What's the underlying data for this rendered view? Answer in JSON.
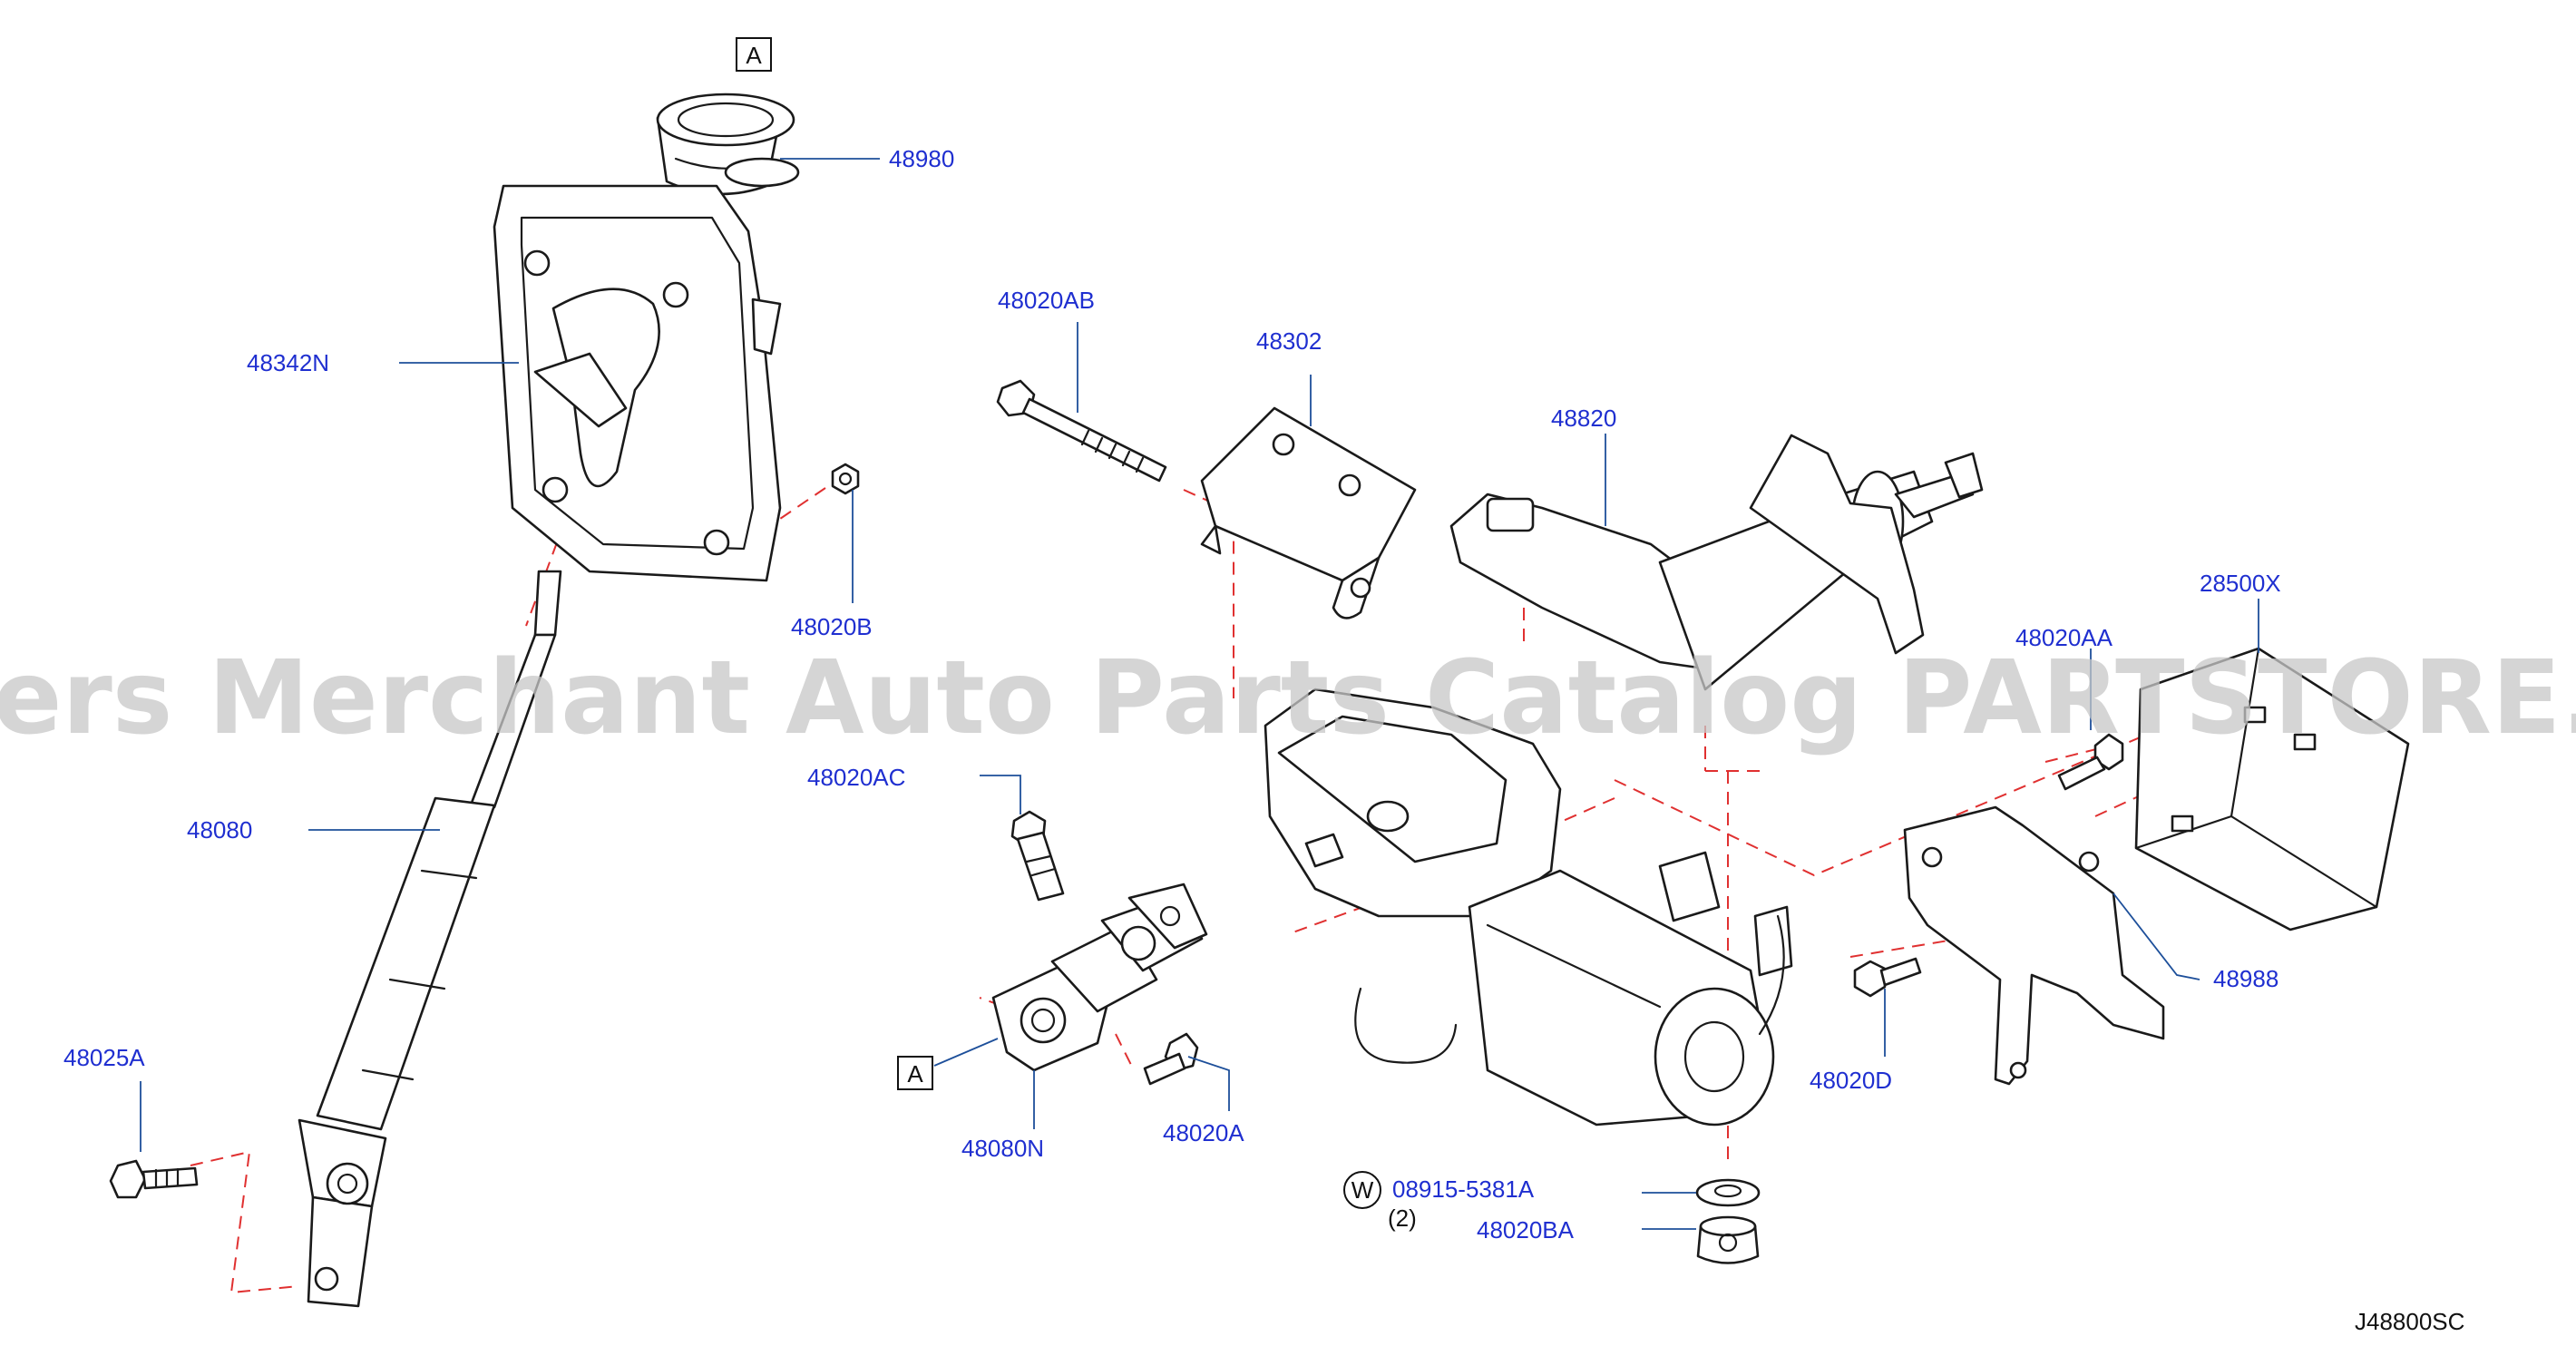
{
  "parts": [
    {
      "id": "p48980",
      "label": "48980"
    },
    {
      "id": "p48342N",
      "label": "48342N"
    },
    {
      "id": "p48020B",
      "label": "48020B"
    },
    {
      "id": "p48080",
      "label": "48080"
    },
    {
      "id": "p48025A",
      "label": "48025A"
    },
    {
      "id": "p48020AB",
      "label": "48020AB"
    },
    {
      "id": "p48302",
      "label": "48302"
    },
    {
      "id": "p48820",
      "label": "48820"
    },
    {
      "id": "p28500X",
      "label": "28500X"
    },
    {
      "id": "p48020AA",
      "label": "48020AA"
    },
    {
      "id": "p48020AC",
      "label": "48020AC"
    },
    {
      "id": "p48988",
      "label": "48988"
    },
    {
      "id": "p48020D",
      "label": "48020D"
    },
    {
      "id": "p48080N",
      "label": "48080N"
    },
    {
      "id": "p48020A",
      "label": "48020A"
    },
    {
      "id": "p08915",
      "label": "08915-5381A"
    },
    {
      "id": "p48020BA",
      "label": "48020BA"
    }
  ],
  "washer": {
    "symbol": "W",
    "quantity": "(2)"
  },
  "ref_marks": {
    "top": "A",
    "bottom": "A"
  },
  "watermark": "Offers Merchant Auto Parts Catalog PARTSTORE.SA",
  "diagram_code": "J48800SC",
  "colors": {
    "label": "#1f2fd0",
    "leader": "#1d4f9a",
    "dash": "#e03030",
    "line": "#1a1a1a"
  }
}
